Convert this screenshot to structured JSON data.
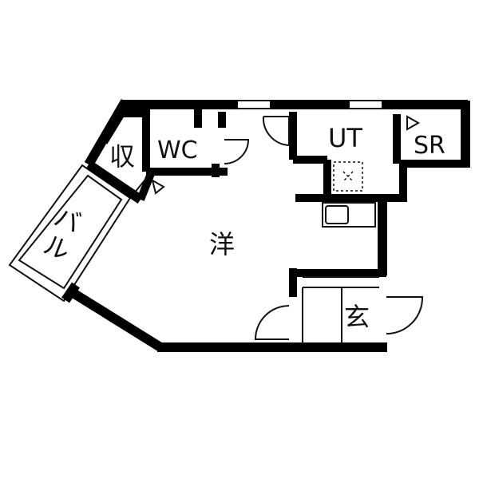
{
  "rooms": {
    "wc": "WC",
    "ut": "UT",
    "sr": "SR",
    "storage": "収",
    "balcony": "バル",
    "western_room": "洋",
    "entrance": "玄"
  },
  "colors": {
    "wall": "#000000",
    "background": "#ffffff",
    "line": "#111111"
  }
}
